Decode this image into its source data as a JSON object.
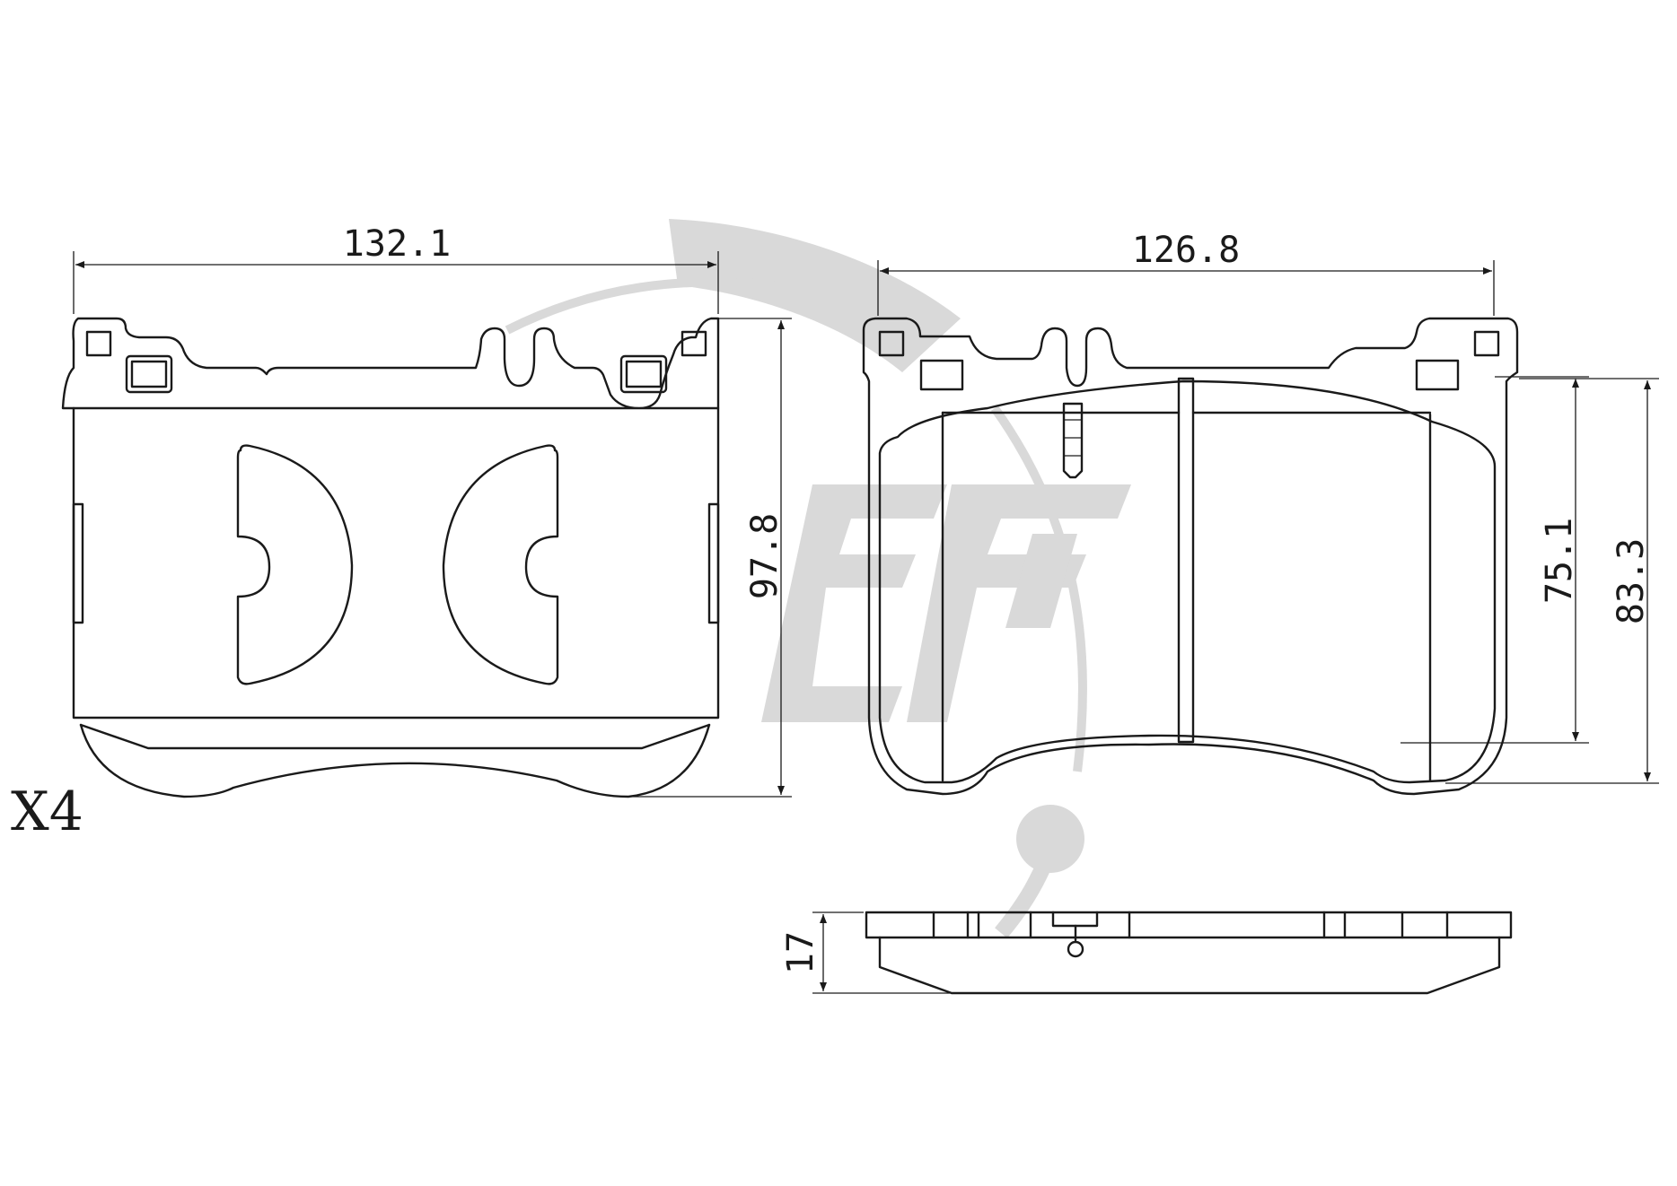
{
  "quantity": "X4",
  "dimensions": {
    "front_width": "132.1",
    "front_height": "97.8",
    "back_width": "126.8",
    "back_inner_height": "75.1",
    "back_outer_height": "83.3",
    "thickness": "17"
  },
  "colors": {
    "line": "#1a1a1a",
    "watermark": "#d9d9d9",
    "background": "#ffffff"
  }
}
